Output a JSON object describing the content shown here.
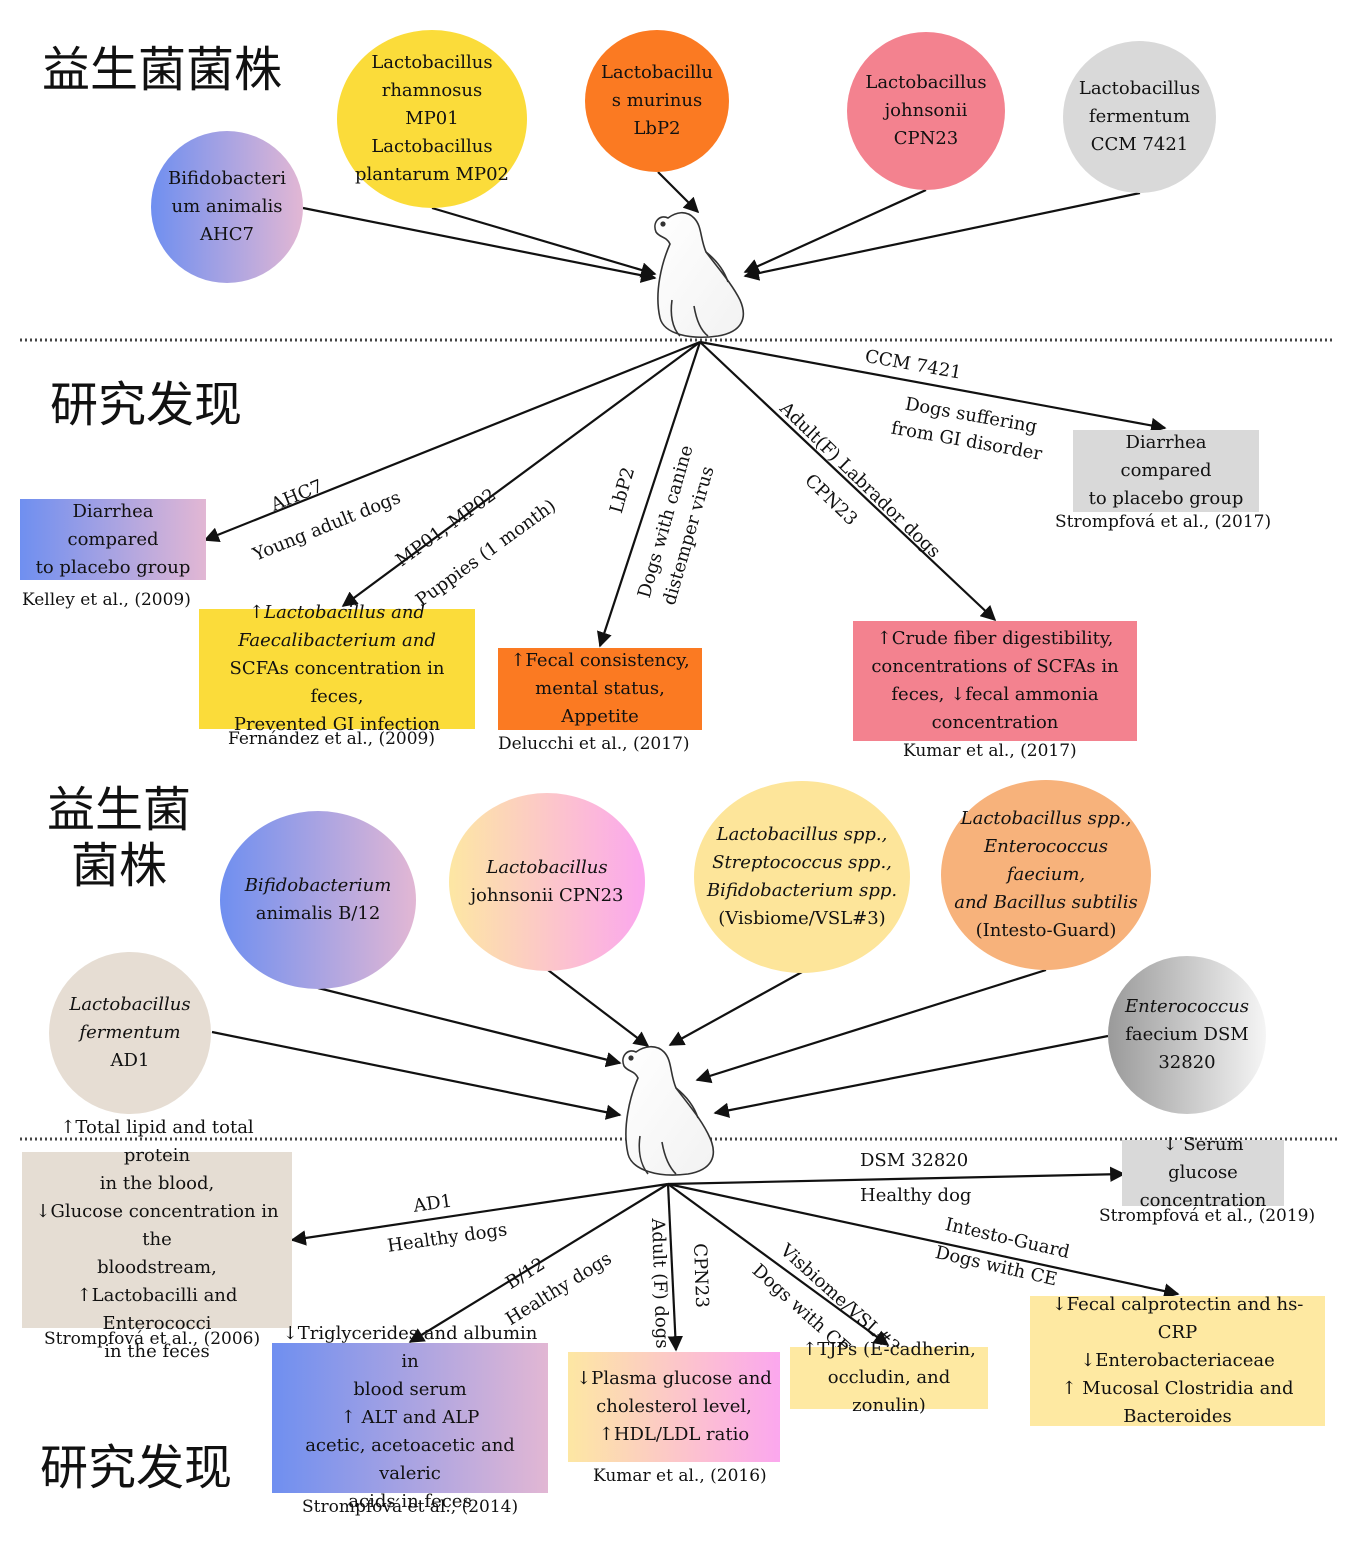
{
  "headings": {
    "top_strains": "益生菌菌株",
    "top_findings": "研究发现",
    "bottom_strains": "益生菌\n菌株",
    "bottom_findings": "研究发现"
  },
  "top": {
    "strains": {
      "ahc7": "Bifidobacteri\num animalis\nAHC7",
      "mp01": "Lactobacillus\nrhamnosus\nMP01\nLactobacillus\nplantarum MP02",
      "lbp2": "Lactobacillu\ns murinus\nLbP2",
      "cpn23": "Lactobacillus\njohnsonii\nCPN23",
      "ccm": "Lactobacillus\nfermentum\nCCM 7421"
    },
    "labels": {
      "ahc7_strain": "AHC7",
      "ahc7_subject": "Young adult dogs",
      "mp_strain": "MP01, MP02",
      "mp_subject": "Puppies (1 month)",
      "lbp2_strain": "LbP2",
      "lbp2_subject": "Dogs with canine\ndistemper virus",
      "cpn23_subject": "Adult(F) Labrador dogs",
      "cpn23_strain": "CPN23",
      "ccm_strain": "CCM 7421",
      "ccm_subject": "Dogs suffering\nfrom GI disorder"
    },
    "findings": {
      "ahc7": "Diarrhea compared\nto placebo group",
      "mp_l1": "↑Lactobacillus and",
      "mp_l2": "Faecalibacterium and",
      "mp_l3": "SCFAs concentration in feces,",
      "mp_l4": "Prevented GI infection",
      "lbp2": "↑Fecal consistency,\nmental status, Appetite",
      "cpn23": "↑Crude fiber digestibility,\nconcentrations of SCFAs in\nfeces, ↓fecal ammonia\nconcentration",
      "ccm": "Diarrhea compared\nto placebo group"
    },
    "refs": {
      "ahc7": "Kelley  et al., (2009)",
      "mp": "Fernández  et al., (2009)",
      "lbp2": "Delucchi  et al., (2017)",
      "cpn23": "Kumar  et al., (2017)",
      "ccm": "Strompfová  et al., (2017)"
    }
  },
  "bottom": {
    "strains": {
      "b12_l1": "Bifidobacterium",
      "b12_l2": "animalis B/12",
      "cpn23_l1": "Lactobacillus",
      "cpn23_l2": "johnsonii CPN23",
      "vsl_l1": "Lactobacillus spp.,",
      "vsl_l2": "Streptococcus spp.,",
      "vsl_l3": "Bifidobacterium spp.",
      "vsl_l4": "(Visbiome/VSL#3)",
      "ig_l1": "Lactobacillus spp.,",
      "ig_l2": "Enterococcus faecium,",
      "ig_l3": "and Bacillus subtilis",
      "ig_l4": "(Intesto-Guard)",
      "ad1_l1": "Lactobacillus",
      "ad1_l2": "fermentum",
      "ad1_l3": "AD1",
      "dsm_l1": "Enterococcus",
      "dsm_l2": "faecium DSM",
      "dsm_l3": "32820"
    },
    "labels": {
      "ad1_strain": "AD1",
      "ad1_subject": "Healthy dogs",
      "b12_strain": "B/12",
      "b12_subject": "Healthy dogs",
      "cpn23_subject": "Adult (F) dogs",
      "cpn23_strain": "CPN23",
      "vsl_strain": "Visbiome/VSL#3",
      "vsl_subject": "Dogs with CE",
      "ig_strain": "Intesto-Guard",
      "ig_subject": "Dogs with CE",
      "dsm_strain": "DSM 32820",
      "dsm_subject": "Healthy dog"
    },
    "findings": {
      "ad1": "↑Total lipid and total protein\nin the blood,\n↓Glucose concentration in the\nbloodstream,\n↑Lactobacilli and Enterococci\nin the feces",
      "b12": "↓Triglycerides and albumin in\nblood serum\n↑ ALT and ALP\nacetic, acetoacetic and valeric\nacids in feces",
      "cpn23": "↓Plasma glucose and\ncholesterol level,\n↑HDL/LDL ratio",
      "vsl": "↑TJPs (E-cadherin,\noccludin, and zonulin)",
      "ig": "↓Fecal calprotectin and hs-CRP\n↓Enterobacteriaceae\n↑ Mucosal Clostridia and\nBacteroides",
      "dsm": "↓ Serum glucose\nconcentration"
    },
    "refs": {
      "ad1": "Strompfová  et al., (2006)",
      "b12": "Strompfová  et al., (2014)",
      "cpn23": "Kumar  et al., (2016)",
      "dsm": "Strompfová  et al., (2019)"
    }
  },
  "colors": {
    "ahc7_gradient": [
      "#6f8ff0",
      "#e2b7d4"
    ],
    "mp_yellow": "#fbdc3a",
    "lbp2_orange": "#fb7a22",
    "cpn23_pink": "#f3828f",
    "ccm_gray": "#d9d9d9",
    "cpn23_light_gradient": [
      "#fde7a3",
      "#fba7ee"
    ],
    "vsl_yellow": "#fde59a",
    "ig_orange": "#f7b27b",
    "ad1_beige": "#e6ddd3",
    "dsm_gray_gradient": [
      "#9a9a9a",
      "#f5f5f5"
    ],
    "finding_yellow": "#fee9a2",
    "finding_beige": "#e5ddd3"
  }
}
